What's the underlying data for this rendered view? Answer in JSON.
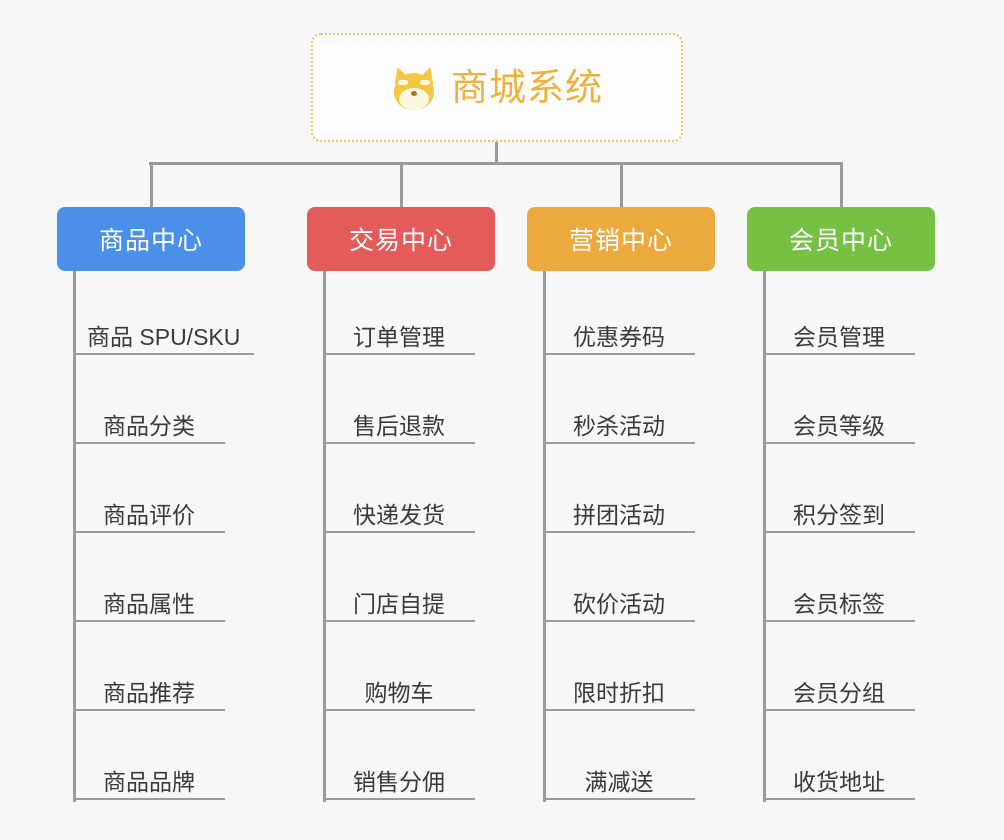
{
  "diagram": {
    "type": "mindmap",
    "background_color": "#f7f7f7",
    "connector_color": "#9a9a9a",
    "root": {
      "title": "商城系统",
      "icon": "dog-face-icon",
      "text_color": "#f0b03c",
      "border_color": "#f0c164",
      "background_color": "#fdfdfd"
    },
    "branches": [
      {
        "label": "商品中心",
        "color": "#4a90e8",
        "items": [
          "商品 SPU/SKU",
          "商品分类",
          "商品评价",
          "商品属性",
          "商品推荐",
          "商品品牌"
        ]
      },
      {
        "label": "交易中心",
        "color": "#e35c59",
        "items": [
          "订单管理",
          "售后退款",
          "快递发货",
          "门店自提",
          "购物车",
          "销售分佣"
        ]
      },
      {
        "label": "营销中心",
        "color": "#eca93d",
        "items": [
          "优惠券码",
          "秒杀活动",
          "拼团活动",
          "砍价活动",
          "限时折扣",
          "满减送"
        ]
      },
      {
        "label": "会员中心",
        "color": "#76c043",
        "items": [
          "会员管理",
          "会员等级",
          "积分签到",
          "会员标签",
          "会员分组",
          "收货地址"
        ]
      }
    ]
  }
}
